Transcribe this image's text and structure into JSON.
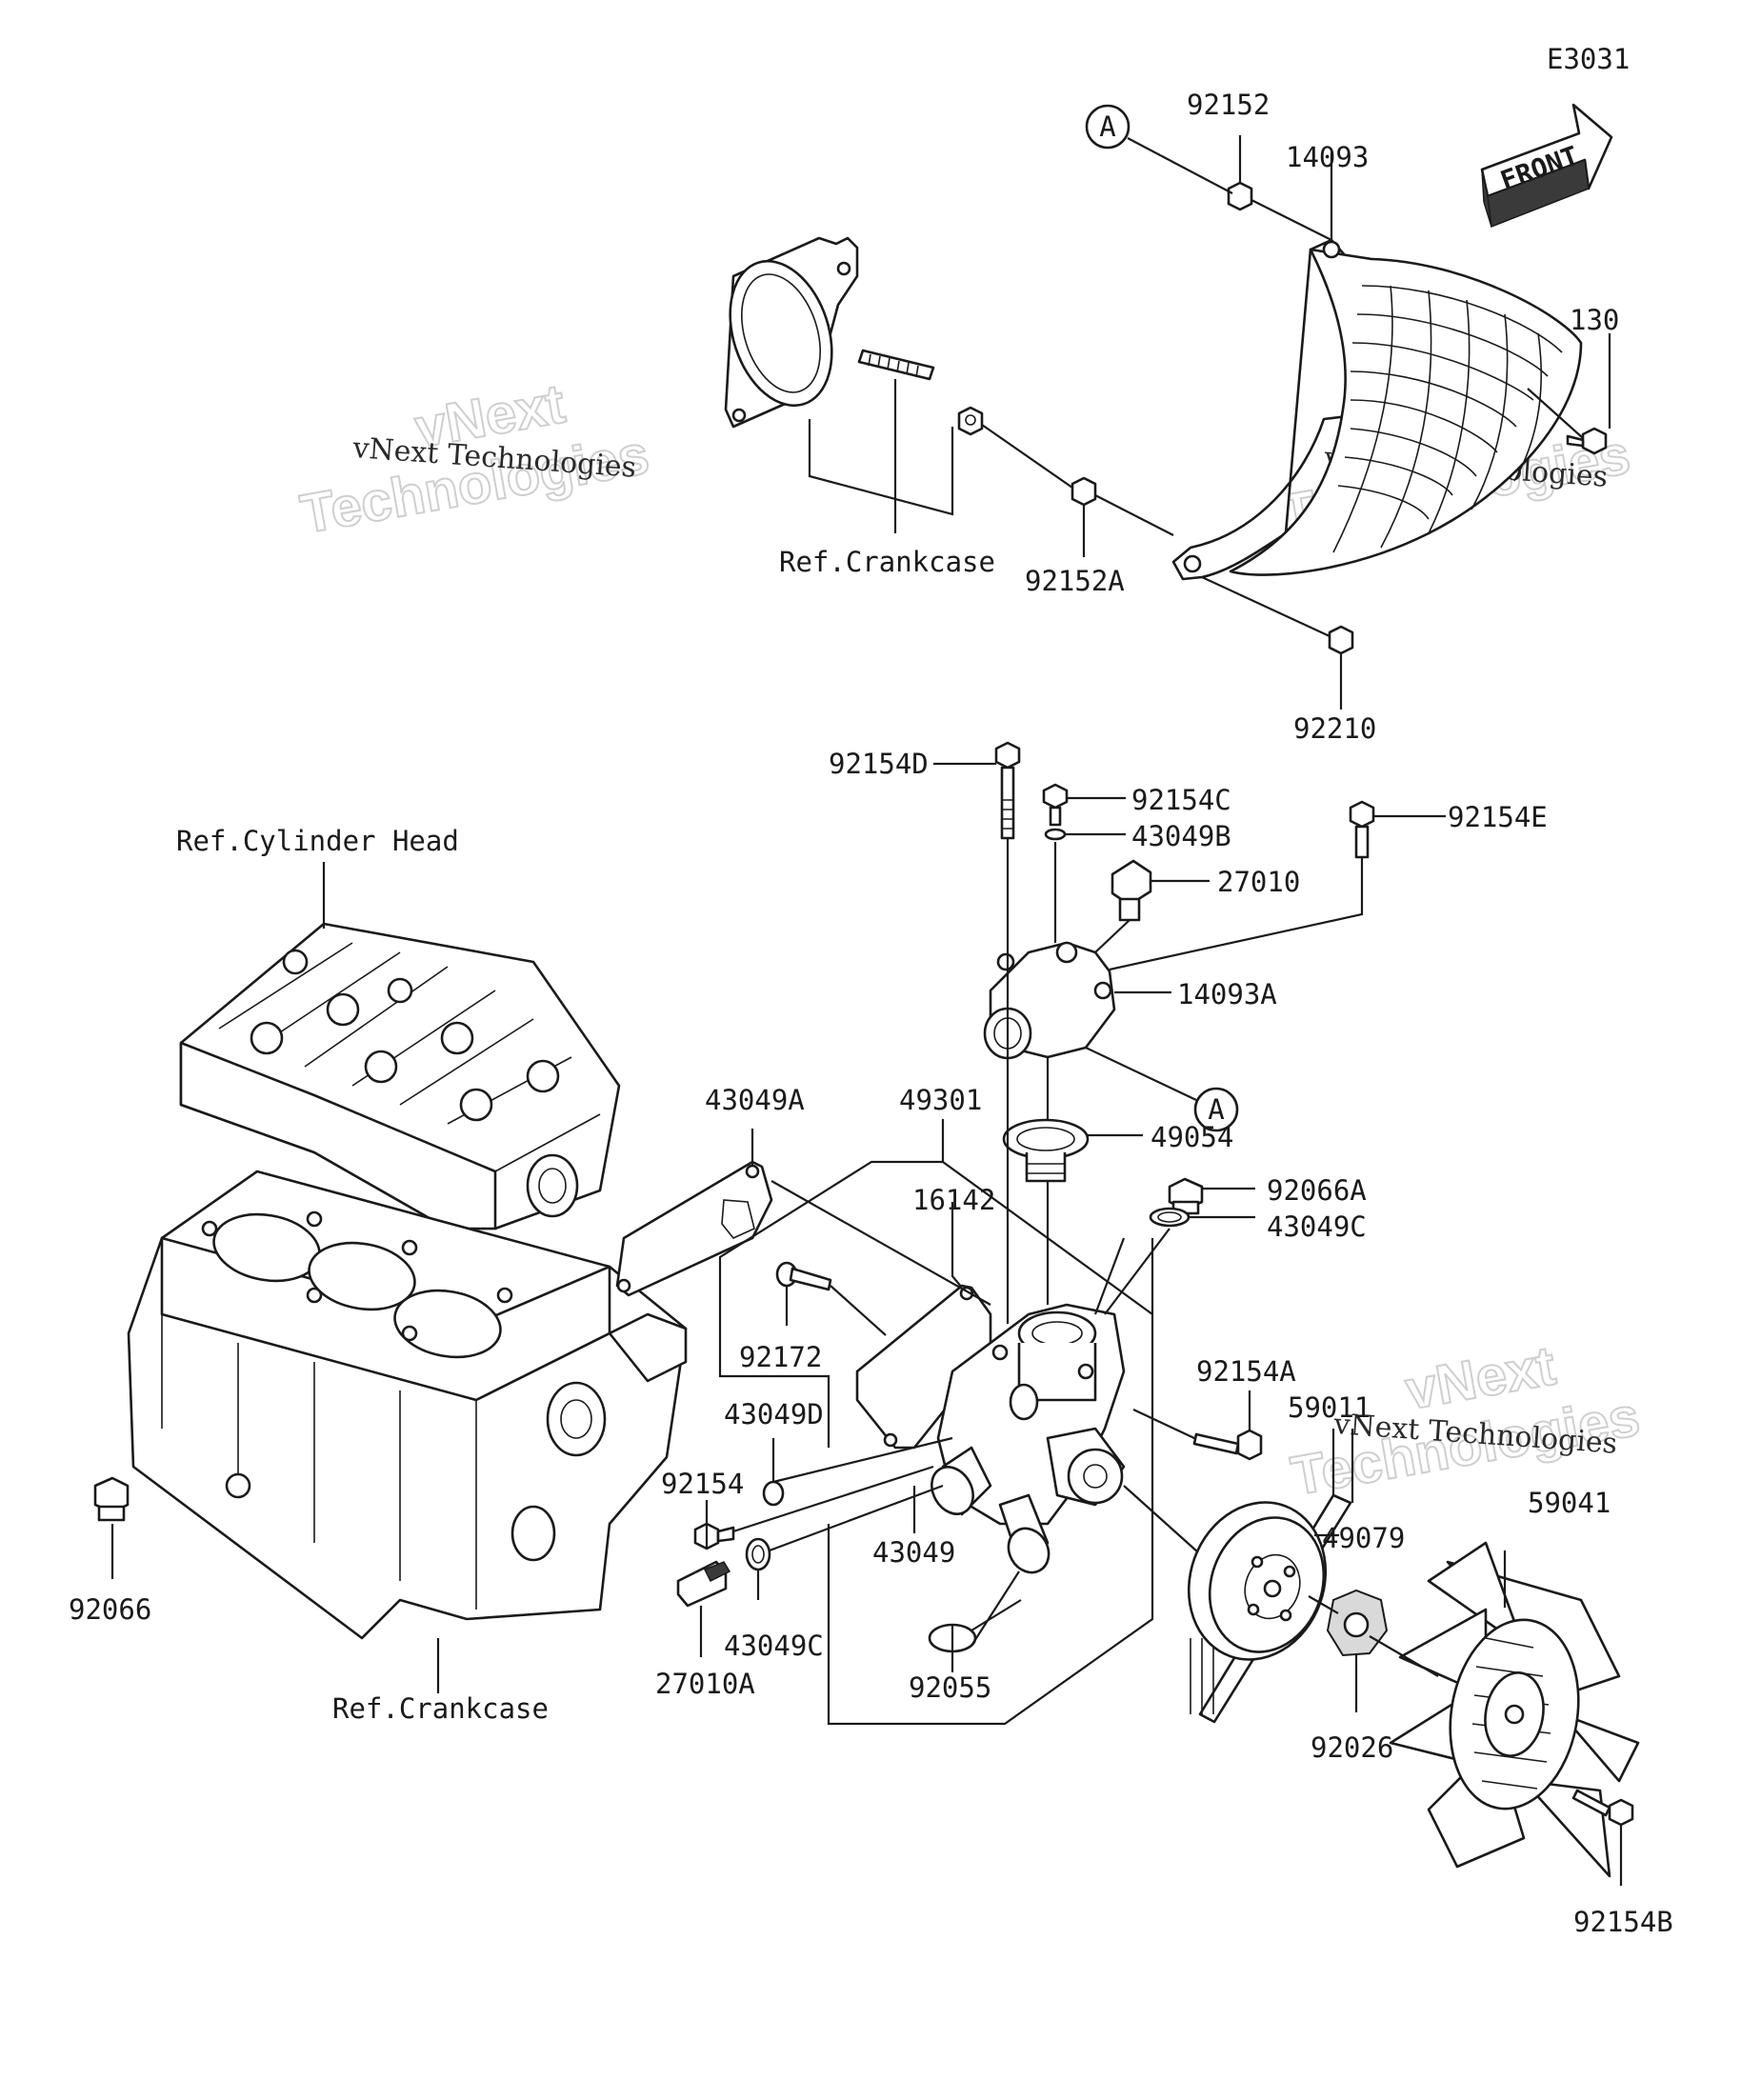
{
  "diagram_code": "E3031",
  "front_arrow_text": "FRONT",
  "callout_letter": "A",
  "watermark": {
    "brand_line_1": "vNext",
    "brand_line_2": "Technologies",
    "small_text": "vNext Technologies"
  },
  "references": {
    "ref_crankcase_top": "Ref.Crankcase",
    "ref_cylinder_head": "Ref.Cylinder Head",
    "ref_crankcase_bottom": "Ref.Crankcase"
  },
  "part_labels": {
    "p92152": "92152",
    "p14093": "14093",
    "p130": "130",
    "p92152A": "92152A",
    "p92210": "92210",
    "p92154D": "92154D",
    "p92154C": "92154C",
    "p43049B": "43049B",
    "p92154E": "92154E",
    "p27010": "27010",
    "p14093A": "14093A",
    "p43049A": "43049A",
    "p49301": "49301",
    "p49054": "49054",
    "p92066A": "92066A",
    "p43049C_top": "43049C",
    "p16142": "16142",
    "p92172": "92172",
    "p92154A": "92154A",
    "p59011": "59011",
    "p43049D": "43049D",
    "p92154": "92154",
    "p43049": "43049",
    "p49079": "49079",
    "p59041": "59041",
    "p92066": "92066",
    "p27010A": "27010A",
    "p43049C_bottom": "43049C",
    "p92055": "92055",
    "p92026": "92026",
    "p92154B": "92154B"
  }
}
